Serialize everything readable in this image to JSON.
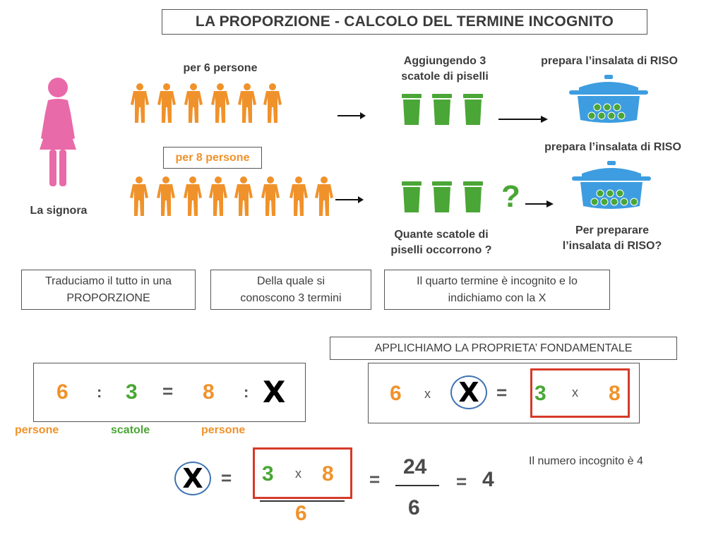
{
  "title": "LA PROPORZIONE - CALCOLO DEL TERMINE INCOGNITO",
  "scene": {
    "lady_label": "La signora",
    "six_people_label": "per 6 persone",
    "eight_people_label": "per 8 persone",
    "adding_label_line1": "Aggiungendo 3",
    "adding_label_line2": "scatole di piselli",
    "prepare_label_1": "prepara l’insalata di RISO",
    "prepare_label_2": "prepara l’insalata di RISO",
    "question_mark": "?",
    "how_many_line1": "Quante scatole di",
    "how_many_line2": "piselli occorrono ?",
    "to_prepare_line1": "Per preparare",
    "to_prepare_line2": "l’insalata di RISO?"
  },
  "info_boxes": [
    {
      "line1": "Traduciamo il tutto in una",
      "line2": "PROPORZIONE"
    },
    {
      "line1": "Della quale si",
      "line2": "conoscono 3 termini"
    },
    {
      "line1": "Il quarto termine è incognito e lo",
      "line2": "indichiamo con la X"
    }
  ],
  "proportion": {
    "a": "6",
    "op1": ":",
    "b": "3",
    "eq": "=",
    "c": "8",
    "op2": ":",
    "x": "X",
    "label_a": "persone",
    "label_b": "scatole",
    "label_c": "persone"
  },
  "property_title": "APPLICHIAMO LA PROPRIETA’ FONDAMENTALE",
  "property": {
    "left_a": "6",
    "times1": "x",
    "x": "X",
    "eq": "=",
    "right_a": "3",
    "times2": "x",
    "right_b": "8"
  },
  "solution": {
    "x": "X",
    "eq1": "=",
    "num_a": "3",
    "times": "x",
    "num_b": "8",
    "den": "6",
    "eq2": "=",
    "frac_num": "24",
    "frac_den": "6",
    "eq3": "=",
    "result": "4"
  },
  "conclusion": "Il numero incognito è 4",
  "colors": {
    "orange": "#f0922b",
    "green": "#4aa636",
    "pink": "#e96aa8",
    "blue": "#3d9de0",
    "red": "#d63a2a"
  }
}
